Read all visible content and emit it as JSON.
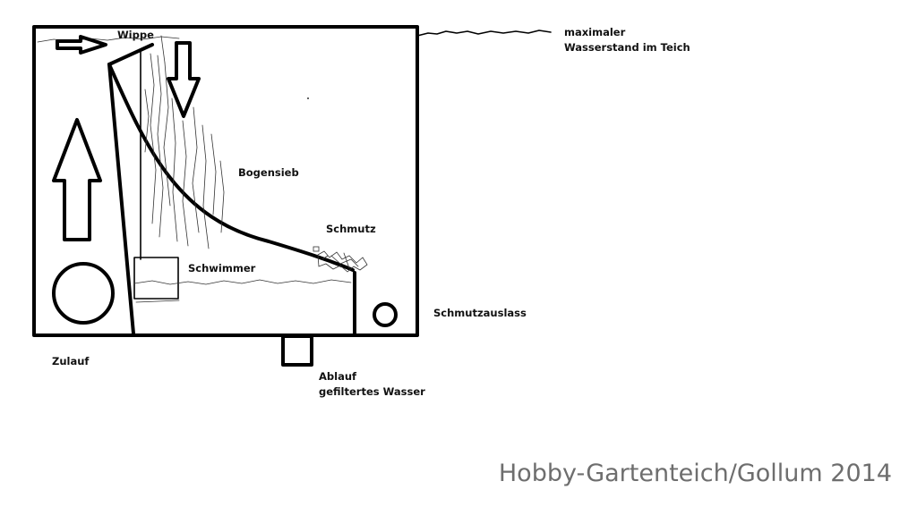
{
  "labels": {
    "wippe": "Wippe",
    "max_water_line1": "maximaler",
    "max_water_line2": "Wasserstand im Teich",
    "bogensieb": "Bogensieb",
    "schmutz": "Schmutz",
    "schwimmer": "Schwimmer",
    "schmutzauslass": "Schmutzauslass",
    "zulauf": "Zulauf",
    "ablauf_line1": "Ablauf",
    "ablauf_line2": "gefiltertes Wasser"
  },
  "credit": "Hobby-Gartenteich/Gollum 2014",
  "colors": {
    "line": "#000000",
    "text": "#111111",
    "credit": "#6e6e6e"
  }
}
